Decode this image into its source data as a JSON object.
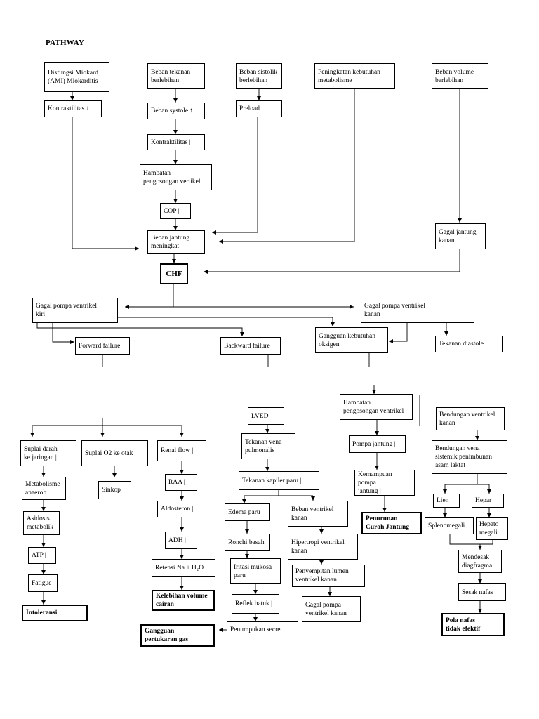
{
  "title": "PATHWAY",
  "nodes": {
    "disfungsi": "Disfungsi Miokard\n(AMI) Miokarditis",
    "kontraktilitas_1": "Kontraktilitas ↓",
    "beban_tekanan": "Beban tekanan\nberlebihan",
    "beban_systole": "Beban systole ↑",
    "kontraktilitas_2": "Kontraktilitas |",
    "hambatan_vertikel": "Hambatan\npengosongan vertikel",
    "cop": "COP |",
    "beban_jantung": "Beban jantung\nmeningkat",
    "beban_sistolik": "Beban sistolik\nberlebihan",
    "preload": "Preload |",
    "peningkatan": "Peningkatan kebutuhan\nmetabolisme",
    "beban_volume": "Beban volume\nberlebihan",
    "gagal_jantung_kanan": "Gagal jantung\nkanan",
    "chf": "CHF",
    "gagal_pompa_kiri": "Gagal pompa ventrikel\nkiri",
    "gagal_pompa_kanan": "Gagal pompa ventrikel\nkanan",
    "forward": "Forward failure",
    "backward": "Backward failure",
    "gangguan_oksigen": "Gangguan kebutuhan\noksigen",
    "tekanan_diastole": "Tekanan diastole |",
    "suplai_darah": "Suplai darah\nke jaringan |",
    "suplai_o2": "Suplai O2 ke otak |",
    "renal_flow": "Renal flow |",
    "sinkop": "Sinkop",
    "metabolisme": "Metabolisme\nanaerob",
    "asidosis": "Asidosis\nmetabolik",
    "atp": "ATP |",
    "fatigue": "Fatigue",
    "intoleransi": "Intoleransi",
    "raa": "RAA |",
    "aldosteron": "Aldosteron |",
    "adh": "ADH |",
    "retensi": "Retensi Na + H₂O",
    "kelebihan_volume": "Kelebihan volume\ncairan",
    "gangguan_pertukaran": "Gangguan\npertukaran gas",
    "lved": "LVED",
    "tekanan_vena": "Tekanan vena\npulmonalis |",
    "tekanan_kapiler": "Tekanan kapiler paru |",
    "edema": "Edema paru",
    "beban_ventrikel_kanan": "Beban ventrikel\nkanan",
    "ronchi": "Ronchi basah",
    "hipertropi": "Hipertropi ventrikel\nkanan",
    "iritasi": "Iritasi mukosa\nparu",
    "penyempitan": "Penyempitan lumen\nventrikel kanan",
    "reflek": "Reflek batuk |",
    "gagal_pompa_kanan_2": "Gagal pompa\nventrikel kanan",
    "penumpukan": "Penumpukan secret",
    "hambatan_ventrikel": "Hambatan\npengosongan ventrikel",
    "pompa": "Pompa jantung |",
    "kemampuan": "Kemampuan pompa\njantung |",
    "penurunan": "Penurunan\nCurah Jantung",
    "bendungan_ventrikel": "Bendungan ventrikel\nkanan",
    "bendungan_vena": "Bendungan vena\nsistemik penimbunan\nasam laktat",
    "lien": "Lien",
    "hepar": "Hepar",
    "splenomegali": "Splenomegali",
    "hepatomegali": "Hepato\nmegali",
    "mendesak": "Mendesak\ndiagfragma",
    "sesak": "Sesak nafas",
    "pola_nafas": "Pola nafas\ntidak efektif"
  }
}
